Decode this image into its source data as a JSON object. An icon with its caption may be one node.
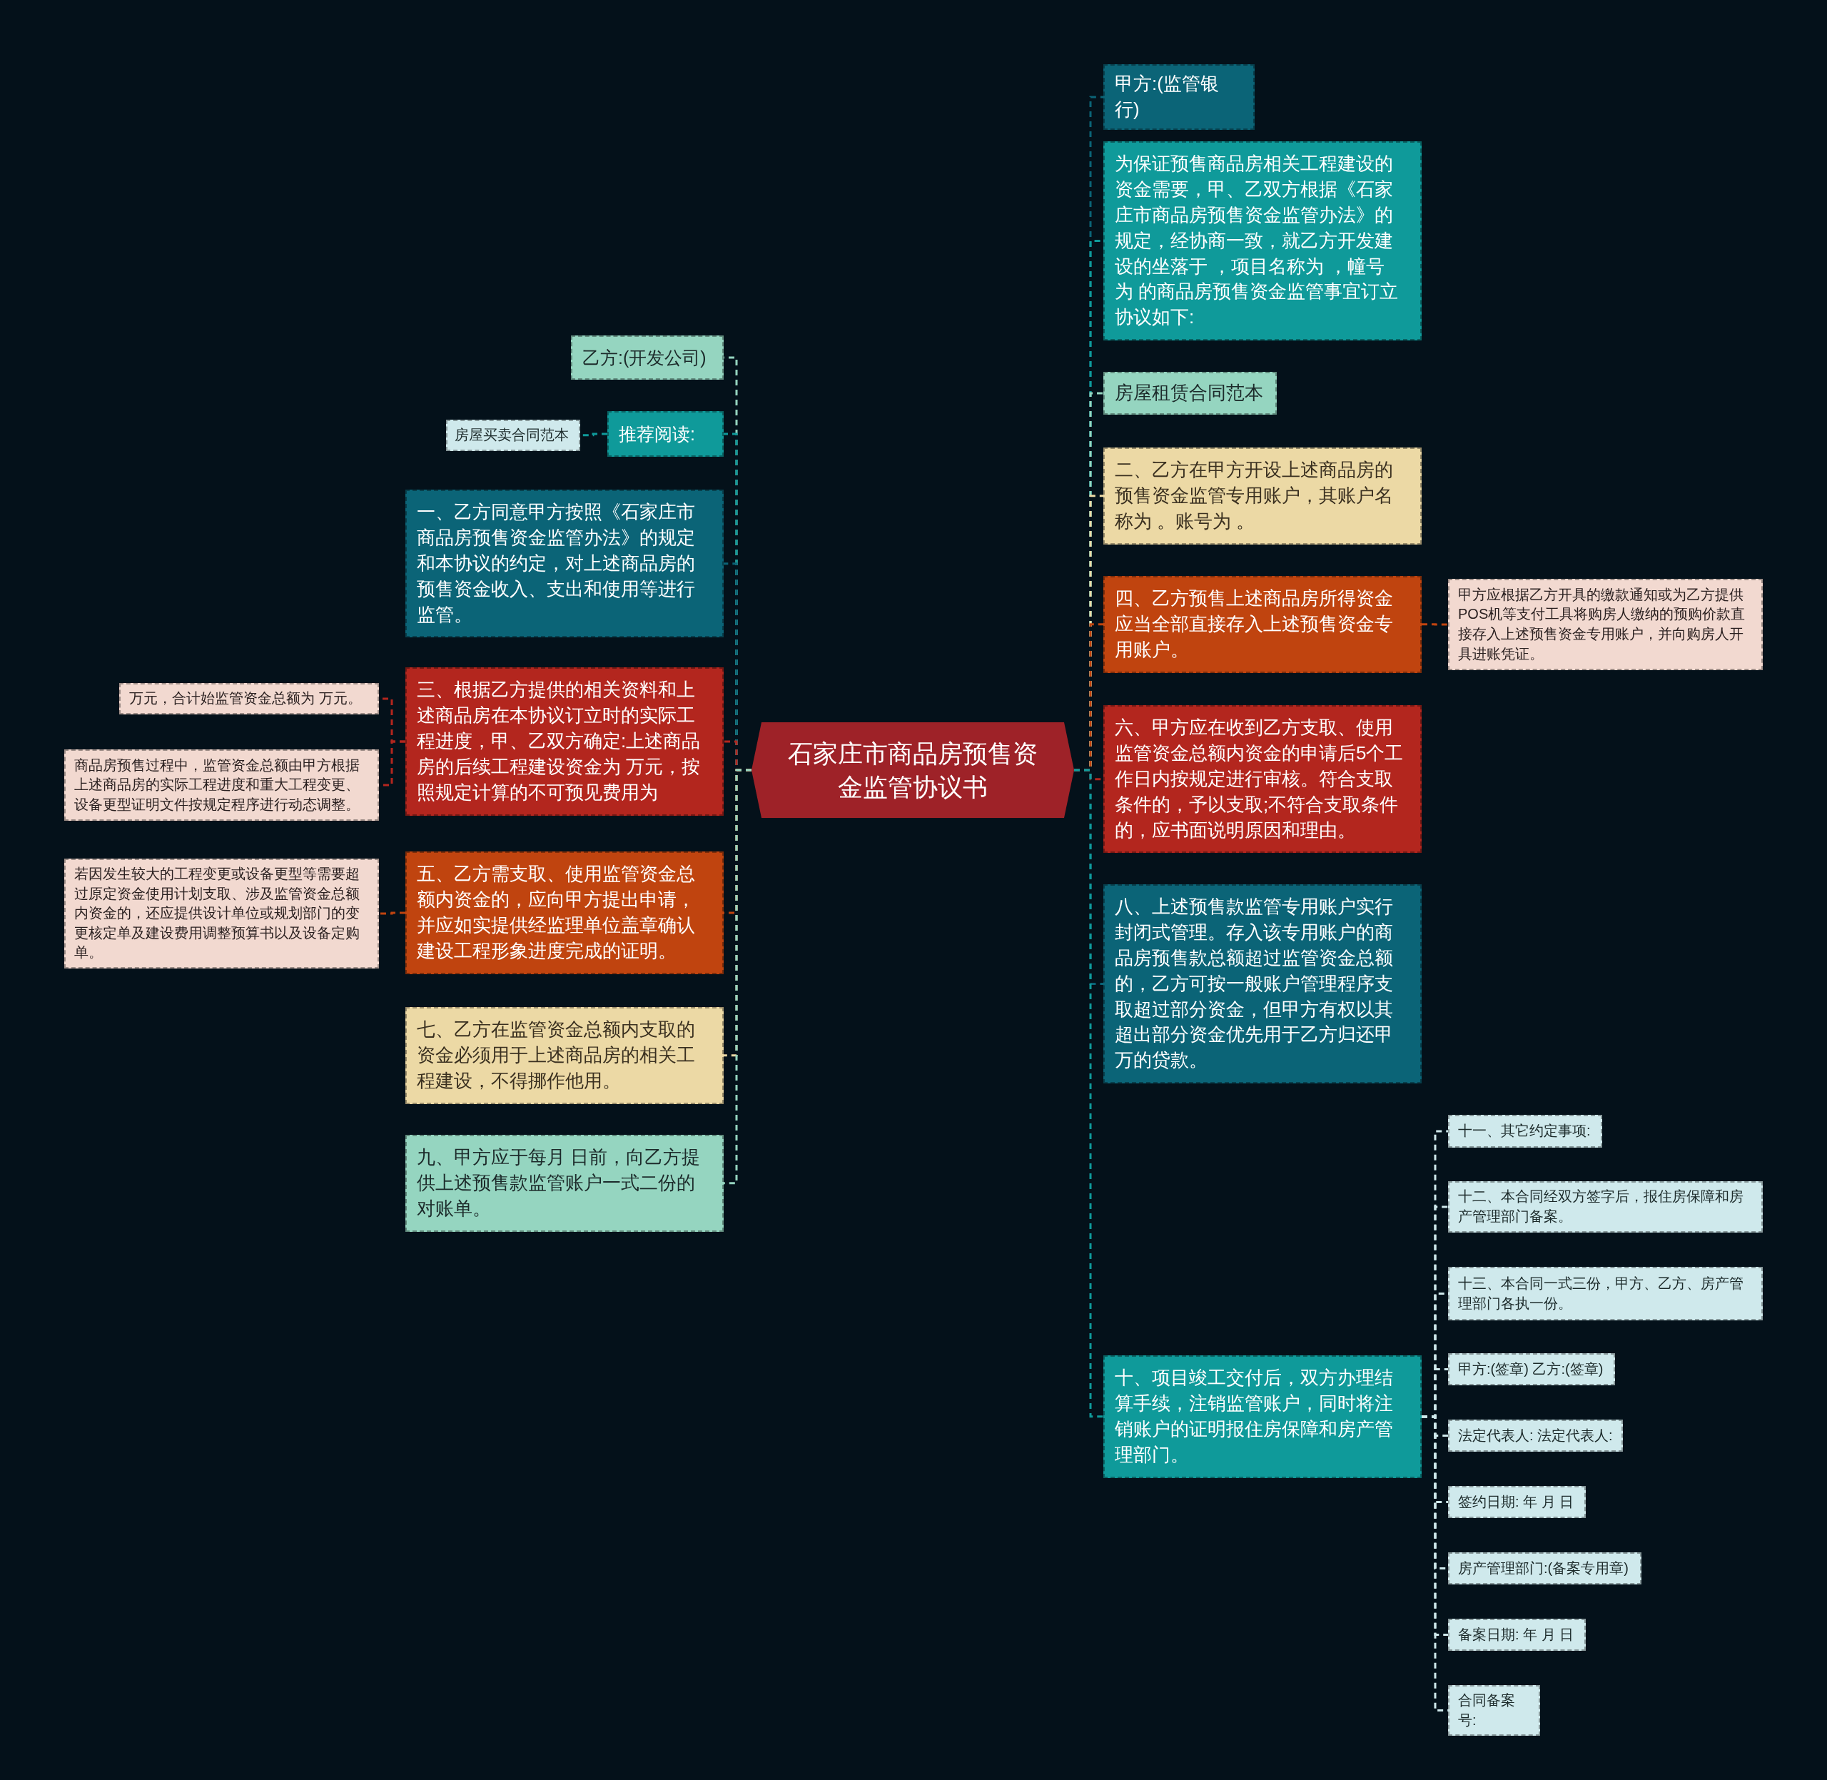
{
  "diagram": {
    "nodes": [
      {
        "text": [
          "石家庄市商品房预售资金监管协议书"
        ]
      },
      {
        "text": [
          "乙方:(开发公司)"
        ]
      },
      {
        "text": [
          "推荐阅读:"
        ]
      },
      {
        "text": [
          "房屋买卖合同范本"
        ]
      },
      {
        "text": [
          "一、乙方同意甲方按照《石家庄市商品房预售资金监管办法》的规定和本协议的约定，对上述商品房的预售资金收入、支出和使用等进行监管。"
        ]
      },
      {
        "text": [
          "三、根据乙方提供的相关资料和上述商品房在本协议订立时的实际工程进度，甲、乙双方确定:上述商品房的后续工程建设资金为 万元，按照规定计算的不可预见费用为"
        ]
      },
      {
        "text": [
          "万元，合计始监管资金总额为 万元。"
        ]
      },
      {
        "text": [
          "商品房预售过程中，监管资金总额由甲方根据上述商品房的实际工程进度和重大工程变更、设备更型证明文件按规定程序进行动态调整。"
        ]
      },
      {
        "text": [
          "五、乙方需支取、使用监管资金总额内资金的，应向甲方提出申请，并应如实提供经监理单位盖章确认建设工程形象进度完成的证明。"
        ]
      },
      {
        "text": [
          "若因发生较大的工程变更或设备更型等需要超过原定资金使用计划支取、涉及监管资金总额内资金的，还应提供设计单位或规划部门的变更核定单及建设费用调整预算书以及设备定购单。"
        ]
      },
      {
        "text": [
          "七、乙方在监管资金总额内支取的资金必须用于上述商品房的相关工程建设，不得挪作他用。"
        ]
      },
      {
        "text": [
          "九、甲方应于每月 日前，向乙方提供上述预售款监管账户一式二份的对账单。"
        ]
      },
      {
        "text": [
          "甲方:(监管银行)"
        ]
      },
      {
        "text": [
          "为保证预售商品房相关工程建设的资金需要，甲、乙双方根据《石家庄市商品房预售资金监管办法》的规定，经协商一致，就乙方开发建设的坐落于 ，项目名称为 ，幢号为 的商品房预售资金监管事宜订立协议如下:"
        ]
      },
      {
        "text": [
          "房屋租赁合同范本"
        ]
      },
      {
        "text": [
          "二、乙方在甲方开设上述商品房的预售资金监管专用账户，其账户名称为 。账号为 。"
        ]
      },
      {
        "text": [
          "四、乙方预售上述商品房所得资金应当全部直接存入上述预售资金专用账户。"
        ]
      },
      {
        "text": [
          "甲方应根据乙方开具的缴款通知或为乙方提供POS机等支付工具将购房人缴纳的预购价款直接存入上述预售资金专用账户，并向购房人开具进账凭证。"
        ]
      },
      {
        "text": [
          "六、甲方应在收到乙方支取、使用监管资金总额内资金的申请后5个工作日内按规定进行审核。符合支取条件的，予以支取;不符合支取条件的，应书面说明原因和理由。"
        ]
      },
      {
        "text": [
          "八、上述预售款监管专用账户实行封闭式管理。存入该专用账户的商品房预售款总额超过监管资金总额的，乙方可按一般账户管理程序支取超过部分资金，但甲方有权以其超出部分资金优先用于乙方归还甲万的贷款。"
        ]
      },
      {
        "text": [
          "十、项目竣工交付后，双方办理结算手续，注销监管账户，同时将注销账户的证明报住房保障和房产管理部门。"
        ]
      },
      {
        "text": [
          "十一、其它约定事项:"
        ]
      },
      {
        "text": [
          "十二、本合同经双方签字后，报住房保障和房产管理部门备案。"
        ]
      },
      {
        "text": [
          "十三、本合同一式三份，甲方、乙方、房产管理部门各执一份。"
        ]
      },
      {
        "text": [
          "甲方:(签章) 乙方:(签章)"
        ]
      },
      {
        "text": [
          "法定代表人: 法定代表人:"
        ]
      },
      {
        "text": [
          "签约日期: 年 月 日"
        ]
      },
      {
        "text": [
          "房产管理部门:(备案专用章)"
        ]
      },
      {
        "text": [
          "备案日期: 年 月 日"
        ]
      },
      {
        "text": [
          "合同备案号:"
        ]
      }
    ],
    "edges": [
      {
        "from": 0,
        "to": 1,
        "arrow": "none",
        "color": "#95d5c0"
      },
      {
        "from": 0,
        "to": 2,
        "arrow": "none",
        "color": "#0f9a9a"
      },
      {
        "from": 2,
        "to": 3,
        "arrow": "none",
        "color": "#0f9a9a"
      },
      {
        "from": 0,
        "to": 4,
        "arrow": "none",
        "color": "#0b6477"
      },
      {
        "from": 0,
        "to": 5,
        "arrow": "none",
        "color": "#b3261e"
      },
      {
        "from": 5,
        "to": 6,
        "arrow": "none",
        "color": "#b3261e"
      },
      {
        "from": 5,
        "to": 7,
        "arrow": "none",
        "color": "#b3261e"
      },
      {
        "from": 0,
        "to": 8,
        "arrow": "none",
        "color": "#c0440f"
      },
      {
        "from": 8,
        "to": 9,
        "arrow": "none",
        "color": "#c0440f"
      },
      {
        "from": 0,
        "to": 10,
        "arrow": "none",
        "color": "#ecd9a5"
      },
      {
        "from": 0,
        "to": 11,
        "arrow": "none",
        "color": "#95d5c0"
      },
      {
        "from": 0,
        "to": 12,
        "arrow": "none",
        "color": "#0b6477"
      },
      {
        "from": 0,
        "to": 13,
        "arrow": "none",
        "color": "#0f9a9a"
      },
      {
        "from": 0,
        "to": 14,
        "arrow": "none",
        "color": "#95d5c0"
      },
      {
        "from": 0,
        "to": 15,
        "arrow": "none",
        "color": "#ecd9a5"
      },
      {
        "from": 0,
        "to": 16,
        "arrow": "none",
        "color": "#c0440f"
      },
      {
        "from": 16,
        "to": 17,
        "arrow": "none",
        "color": "#c0440f"
      },
      {
        "from": 0,
        "to": 18,
        "arrow": "none",
        "color": "#b3261e"
      },
      {
        "from": 0,
        "to": 19,
        "arrow": "none",
        "color": "#0b6477"
      },
      {
        "from": 0,
        "to": 20,
        "arrow": "none",
        "color": "#0f9a9a"
      },
      {
        "from": 20,
        "to": 21,
        "arrow": "none"
      },
      {
        "from": 20,
        "to": 22,
        "arrow": "none"
      },
      {
        "from": 20,
        "to": 23,
        "arrow": "none"
      },
      {
        "from": 20,
        "to": 24,
        "arrow": "none"
      },
      {
        "from": 20,
        "to": 25,
        "arrow": "none"
      },
      {
        "from": 20,
        "to": 26,
        "arrow": "none"
      },
      {
        "from": 20,
        "to": 27,
        "arrow": "none"
      },
      {
        "from": 20,
        "to": 28,
        "arrow": "none"
      },
      {
        "from": 20,
        "to": 29,
        "arrow": "none"
      }
    ]
  }
}
